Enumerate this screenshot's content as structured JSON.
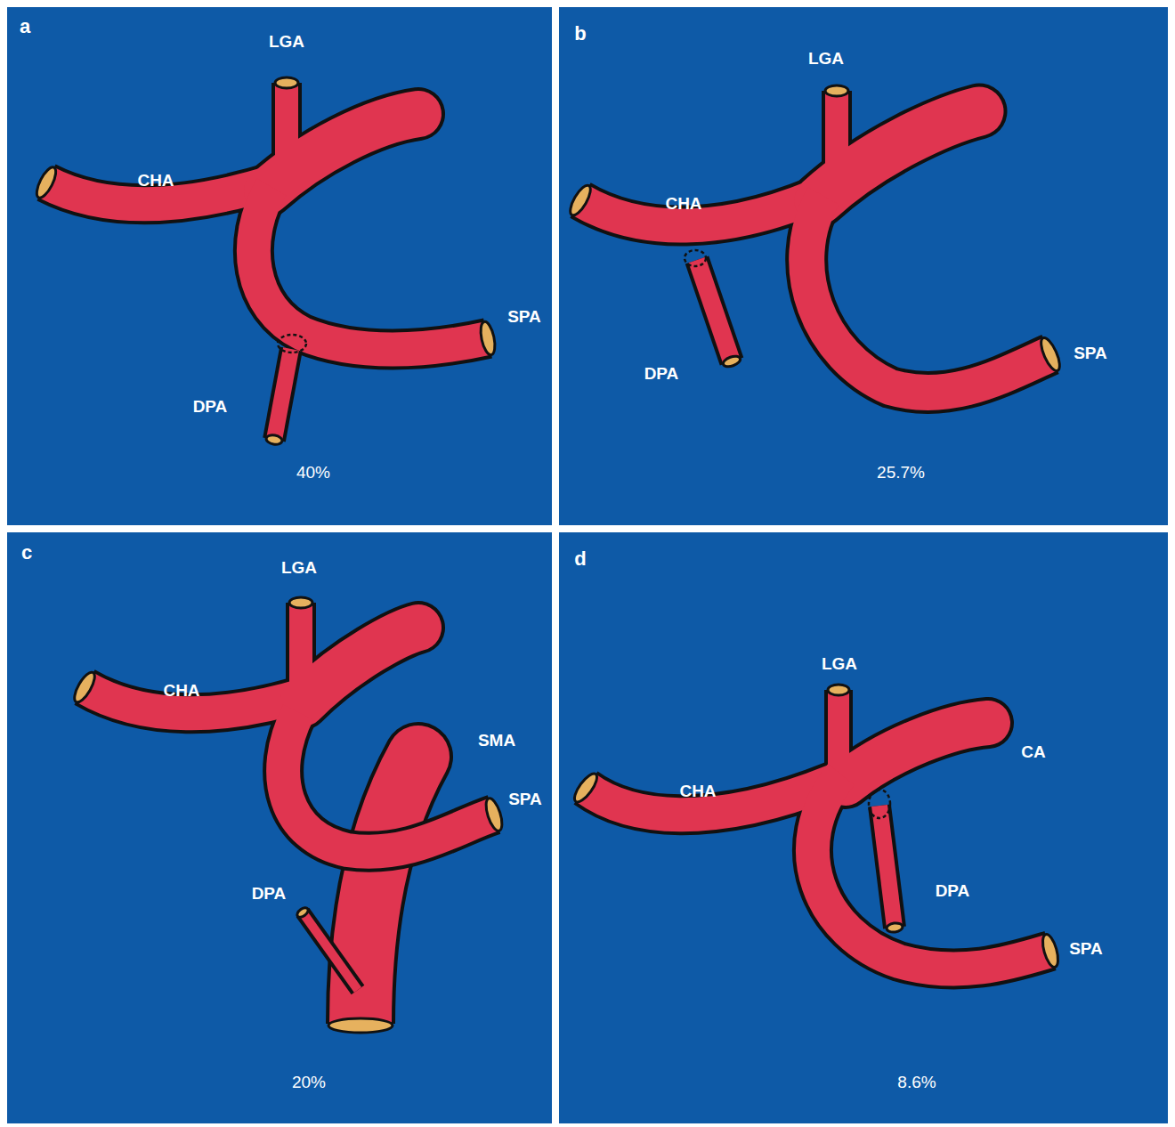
{
  "diagram": {
    "nodes": [
      {
        "text": [
          "a",
          "LGA",
          "CHA",
          "SPA",
          "DPA",
          "40%"
        ]
      },
      {
        "text": [
          "b",
          "LGA",
          "CHA",
          "SPA",
          "DPA",
          "25.7%"
        ]
      },
      {
        "text": [
          "c",
          "LGA",
          "CHA",
          "SMA",
          "SPA",
          "DPA",
          "20%"
        ]
      },
      {
        "text": [
          "d",
          "LGA",
          "CA",
          "CHA",
          "DPA",
          "SPA",
          "8.6%"
        ]
      }
    ]
  }
}
